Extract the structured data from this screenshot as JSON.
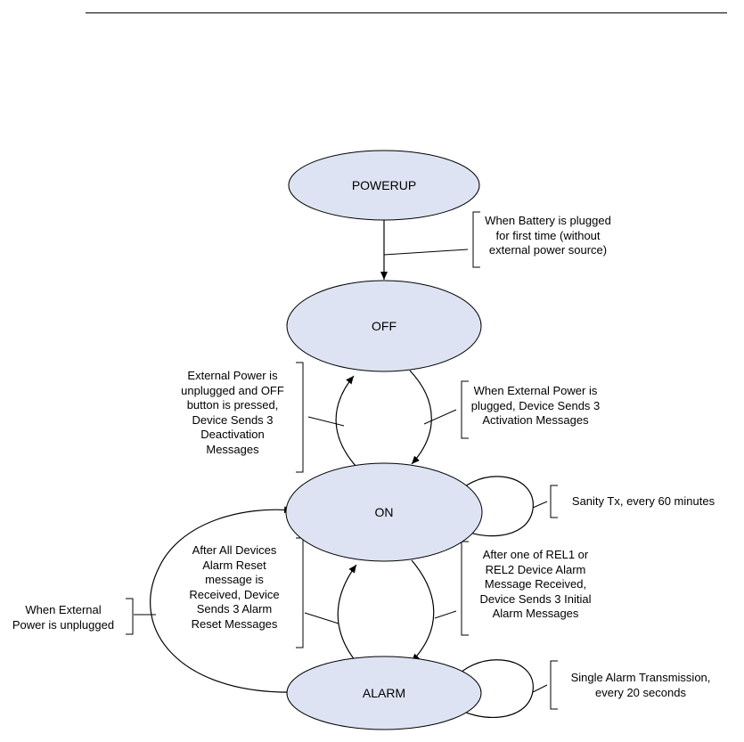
{
  "colors": {
    "state_fill": "#dde3f2",
    "line": "#000000",
    "background": "#ffffff"
  },
  "states": {
    "powerup": "POWERUP",
    "off": "OFF",
    "on": "ON",
    "alarm": "ALARM"
  },
  "transitions": {
    "battery_plugged": "When Battery is plugged\nfor first time (without\nexternal power source)",
    "off_to_on": "When External Power is\nplugged, Device Sends 3\nActivation Messages",
    "on_to_off": "External Power is\nunplugged and OFF\nbutton is pressed,\nDevice Sends 3\nDeactivation\nMessages",
    "sanity": "Sanity Tx, every 60 minutes",
    "on_to_alarm": "After one of REL1 or\nREL2 Device Alarm\nMessage Received,\nDevice Sends 3 Initial\nAlarm Messages",
    "alarm_to_on": "After All Devices\nAlarm Reset\nmessage is\nReceived, Device\nSends 3 Alarm\nReset Messages",
    "power_unplugged": "When External\nPower is unplugged",
    "single_alarm": "Single Alarm Transmission,\nevery 20 seconds"
  }
}
